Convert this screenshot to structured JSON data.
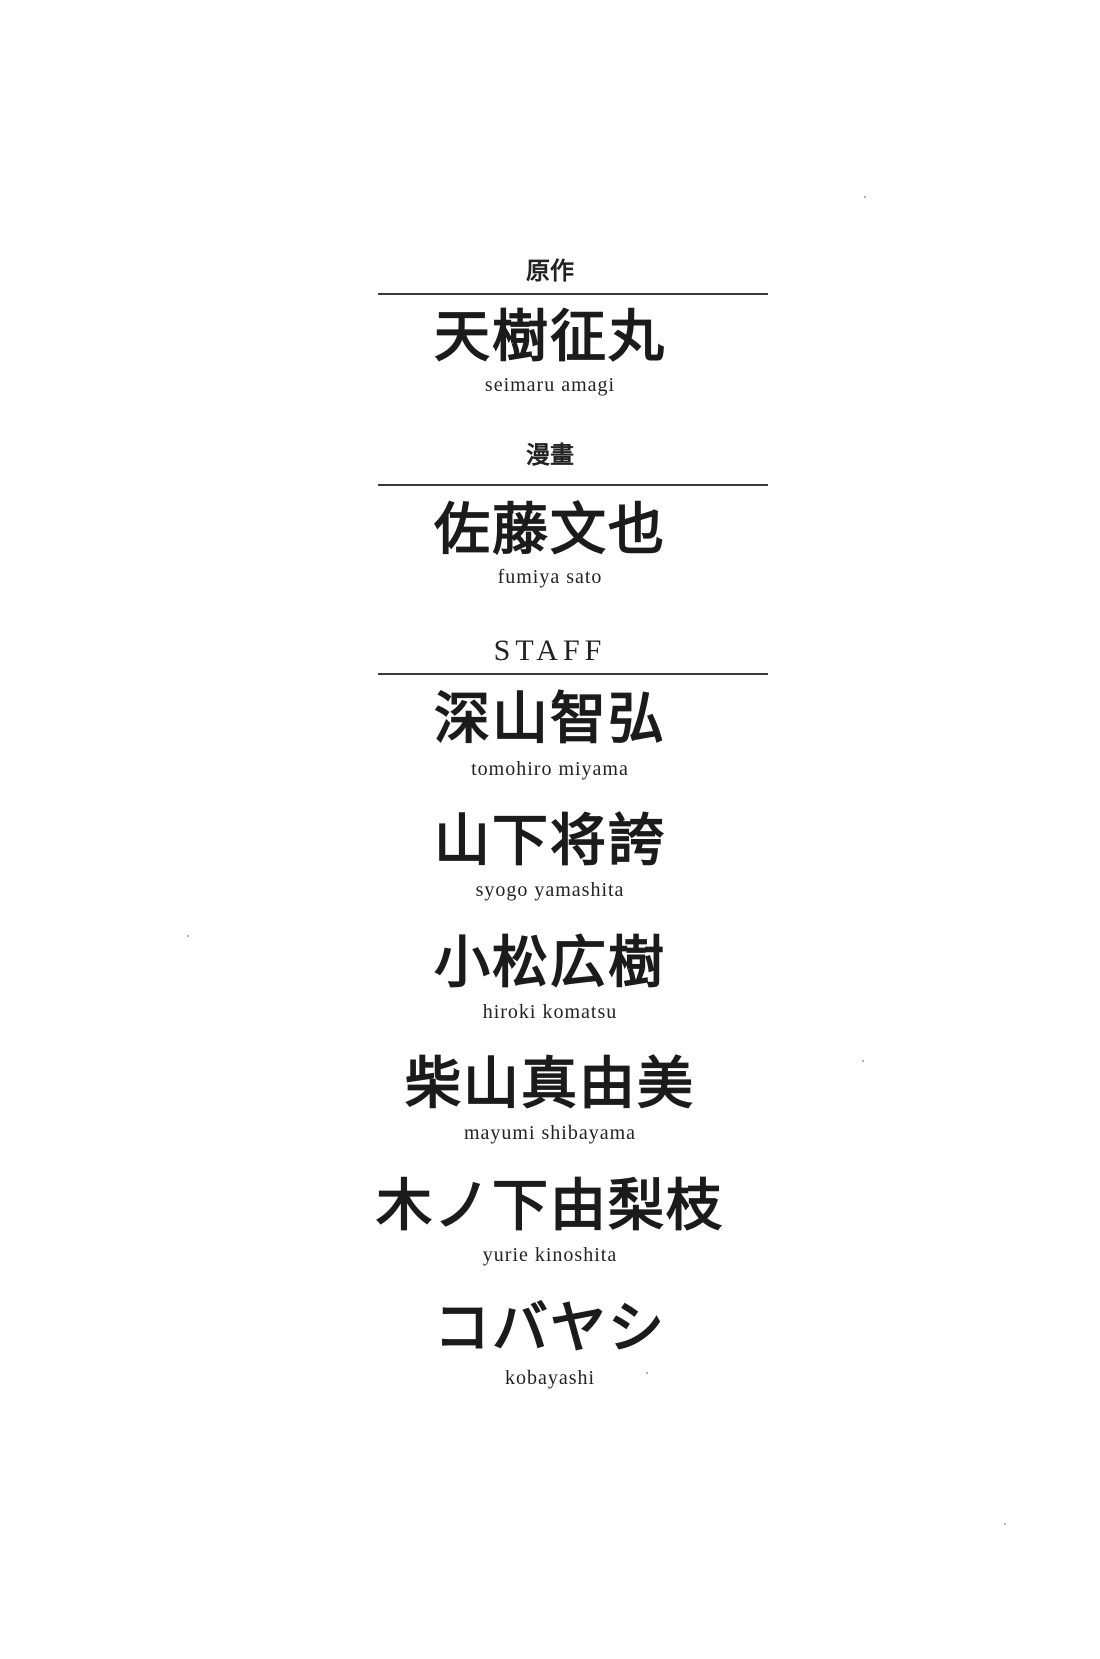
{
  "original_work": {
    "heading": "原作",
    "name_jp": "天樹征丸",
    "name_en": "seimaru amagi"
  },
  "manga": {
    "heading": "漫畫",
    "name_jp": "佐藤文也",
    "name_en": "fumiya sato"
  },
  "staff": {
    "heading": "STAFF",
    "members": [
      {
        "name_jp": "深山智弘",
        "name_en": "tomohiro miyama"
      },
      {
        "name_jp": "山下将誇",
        "name_en": "syogo yamashita"
      },
      {
        "name_jp": "小松広樹",
        "name_en": "hiroki komatsu"
      },
      {
        "name_jp": "柴山真由美",
        "name_en": "mayumi shibayama"
      },
      {
        "name_jp": "木ノ下由梨枝",
        "name_en": "yurie kinoshita"
      },
      {
        "name_jp": "コバヤシ",
        "name_en": "kobayashi"
      }
    ]
  }
}
